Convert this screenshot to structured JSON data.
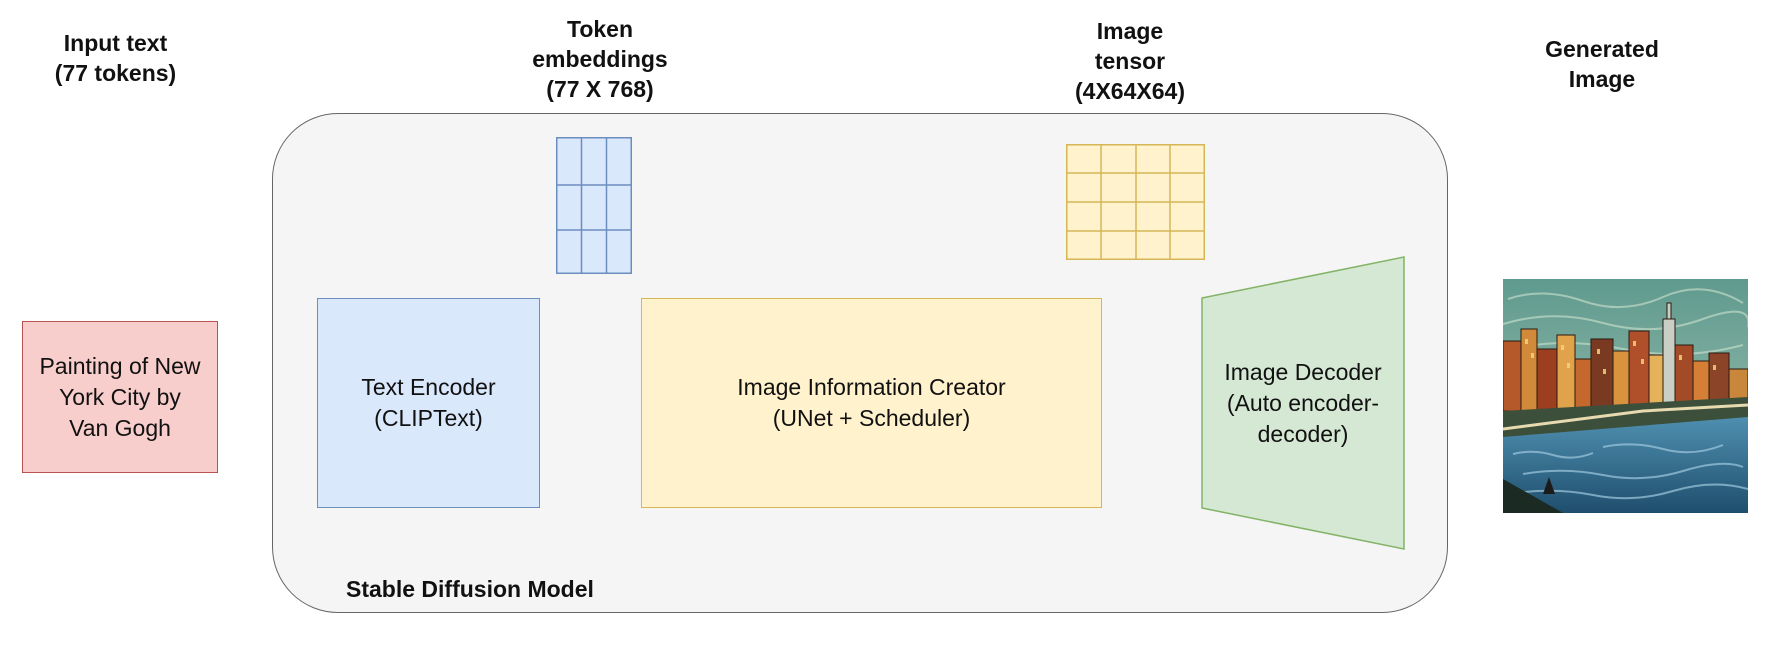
{
  "headers": {
    "input_text": [
      "Input text",
      "(77 tokens)"
    ],
    "token_embeddings": [
      "Token",
      "embeddings",
      "(77 X 768)"
    ],
    "image_tensor": [
      "Image",
      "tensor",
      "(4X64X64)"
    ],
    "generated_image": [
      "Generated",
      "Image"
    ]
  },
  "prompt_box": [
    "Painting of New",
    "York City by",
    "Van Gogh"
  ],
  "model": {
    "label": "Stable Diffusion Model",
    "text_encoder": [
      "Text Encoder",
      "(CLIPText)"
    ],
    "info_creator": [
      "Image Information Creator",
      "(UNet + Scheduler)"
    ],
    "decoder": [
      "Image Decoder",
      "(Auto encoder-",
      "decoder)"
    ]
  },
  "colors": {
    "prompt_fill": "#f8cecc",
    "prompt_stroke": "#b85450",
    "blue_fill": "#dae8fc",
    "blue_stroke": "#6c8ebf",
    "yellow_fill": "#fff2cc",
    "yellow_stroke": "#d6b656",
    "green_fill": "#d5e8d4",
    "green_stroke": "#82b366",
    "container_fill": "#f5f5f5",
    "container_stroke": "#666666"
  }
}
